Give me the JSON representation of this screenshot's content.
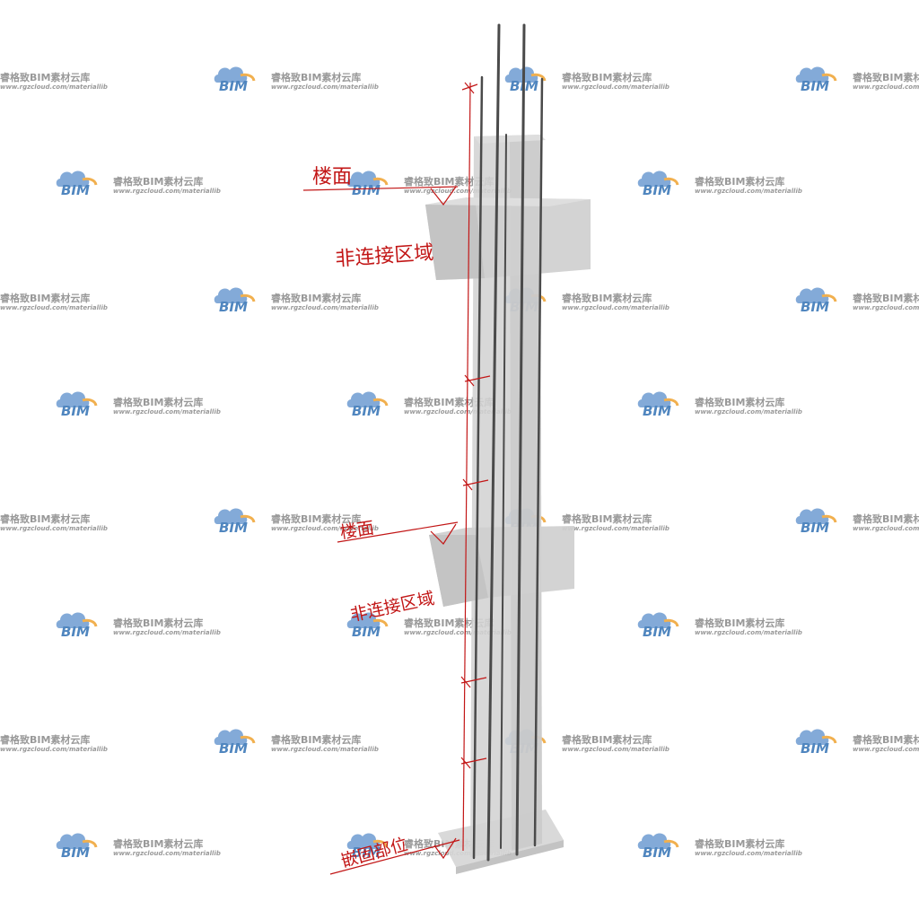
{
  "diagram": {
    "labels": {
      "floor_upper": "楼面",
      "non_connect_upper": "非连接区域",
      "floor_lower": "楼面",
      "non_connect_lower": "非连接区域",
      "embed_part": "嵌固部位"
    }
  },
  "watermark": {
    "brand": "睿格致BIM素材云库",
    "url": "www.rgzcloud.com/materiallib",
    "logo_text": "BIM"
  },
  "colors": {
    "annotation": "#c21616",
    "concrete": "#d3d3d3",
    "rebar": "#4a4a4a",
    "watermark_blue": "#3d79b8",
    "watermark_orange": "#f0a73c"
  }
}
